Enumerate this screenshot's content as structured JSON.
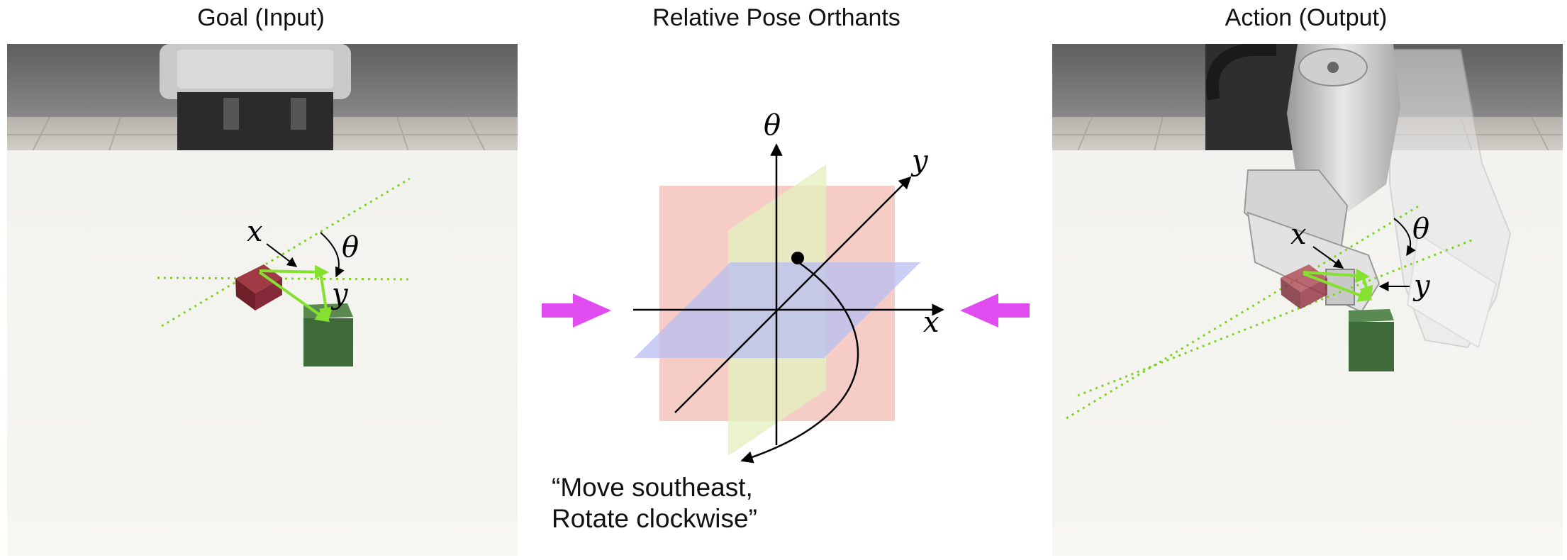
{
  "panels": {
    "goal": {
      "title": "Goal (Input)",
      "labels": {
        "x": "x",
        "y": "y",
        "theta": "θ"
      }
    },
    "orthants": {
      "title": "Relative Pose Orthants",
      "axes": {
        "theta": "θ",
        "y": "y",
        "x": "x"
      },
      "caption": {
        "line1": "“Move southeast,",
        "line2": "Rotate clockwise”"
      }
    },
    "action": {
      "title": "Action (Output)",
      "labels": {
        "x": "x",
        "y": "y",
        "theta": "θ"
      }
    }
  },
  "colors": {
    "flow_arrow": "#e04cf0",
    "guide_line": "#7ed321",
    "vector_arrow": "#86e02f",
    "red_cube": "#8c2a34",
    "green_cube": "#3f6b3a",
    "plane_xy": "#b8bdf2",
    "plane_xtheta": "#f5c4bc",
    "plane_ytheta": "#e5f0bf"
  },
  "icons": [
    "flow-arrow-right-icon",
    "flow-arrow-left-icon"
  ]
}
